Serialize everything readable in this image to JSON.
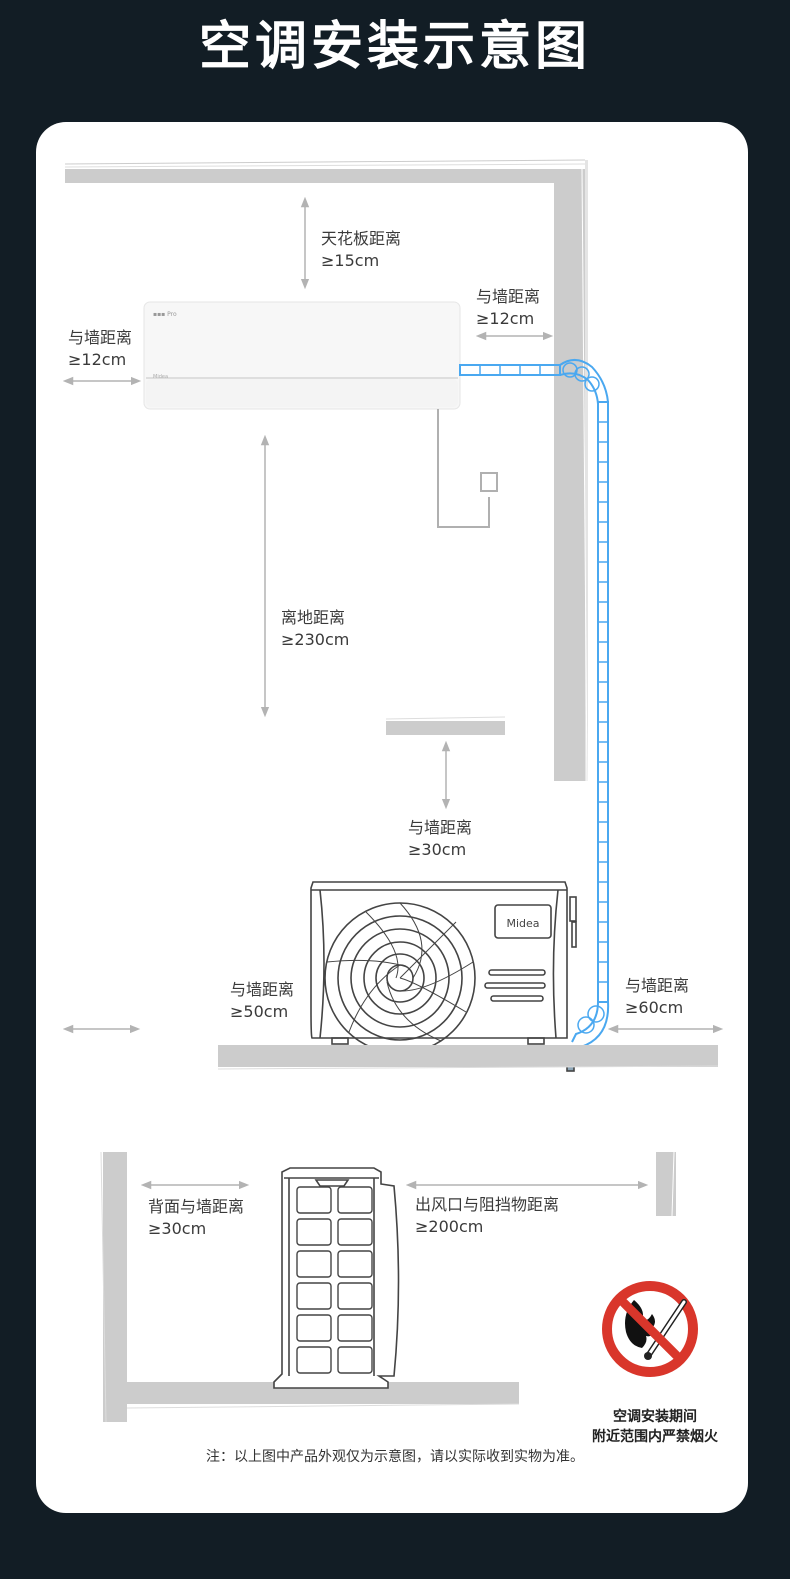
{
  "header": {
    "title": "空调安装示意图"
  },
  "indoor_unit": {
    "ceiling_gap": {
      "label": "天花板距离",
      "value": "≥15cm"
    },
    "left_wall_gap": {
      "label": "与墙距离",
      "value": "≥12cm"
    },
    "right_wall_gap": {
      "label": "与墙距离",
      "value": "≥12cm"
    },
    "floor_gap": {
      "label": "离地距离",
      "value": "≥230cm"
    }
  },
  "outdoor_unit_front": {
    "brand": "Midea",
    "top_wall_gap": {
      "label": "与墙距离",
      "value": "≥30cm"
    },
    "left_wall_gap": {
      "label": "与墙距离",
      "value": "≥50cm"
    },
    "right_wall_gap": {
      "label": "与墙距离",
      "value": "≥60cm"
    }
  },
  "outdoor_unit_side": {
    "back_wall_gap": {
      "label": "背面与墙距离",
      "value": "≥30cm"
    },
    "outlet_gap": {
      "label": "出风口与阻挡物距离",
      "value": "≥200cm"
    }
  },
  "warning": {
    "icon": "no-fire-icon",
    "line1": "空调安装期间",
    "line2": "附近范围内严禁烟火"
  },
  "footnote": "注：以上图中产品外观仅为示意图，请以实际收到实物为准。",
  "colors": {
    "background": "#121d25",
    "card": "#ffffff",
    "wall": "#cccccc",
    "arrow": "#b3b3b3",
    "pipe": "#4aa8f0",
    "prohibition_red": "#d9362b"
  }
}
